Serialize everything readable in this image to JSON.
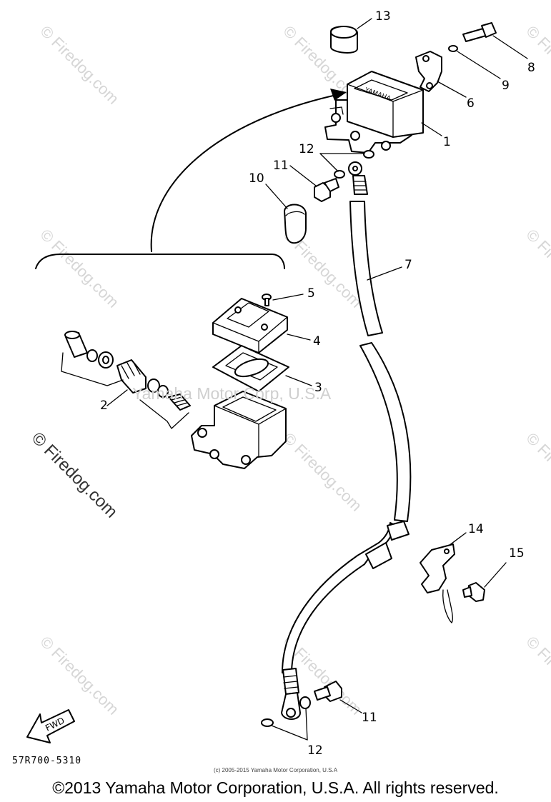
{
  "callouts": {
    "c1": "1",
    "c2": "2",
    "c3": "3",
    "c4": "4",
    "c5": "5",
    "c6": "6",
    "c7": "7",
    "c8": "8",
    "c9": "9",
    "c10": "10",
    "c11a": "11",
    "c11b": "11",
    "c12a": "12",
    "c12b": "12",
    "c13": "13",
    "c14": "14",
    "c15": "15"
  },
  "reservoir_brand": "YAMAHA",
  "fwd_label": "FWD",
  "diagram_code": "57R700-5310",
  "copyright_small": "(c) 2005-2015 Yamaha Motor Corporation, U.S.A",
  "copyright_main": "©2013 Yamaha Motor Corporation, U.S.A. All rights reserved.",
  "watermark_center": "Yamaha Motor Corp, U.S.A",
  "watermark_site": "© Firedog.com"
}
